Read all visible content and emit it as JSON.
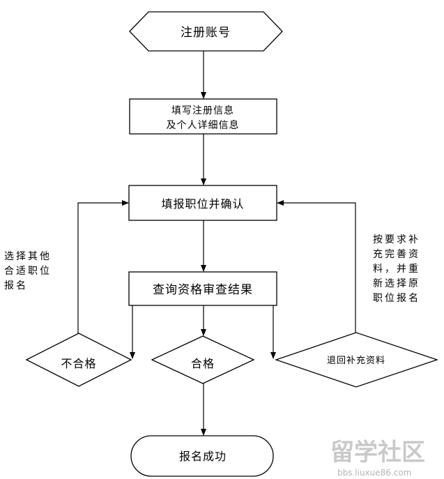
{
  "nodes": {
    "register": "注册账号",
    "fill_info_line1": "填写注册信息",
    "fill_info_line2": "及个人详细信息",
    "apply": "填报职位并确认",
    "check_result": "查询资格审查结果",
    "fail": "不合格",
    "pass": "合格",
    "resubmit": "退回补充资料",
    "success": "报名成功"
  },
  "side_notes": {
    "left": [
      "选择其他",
      "合适职位",
      "报名"
    ],
    "right": [
      "按要求补",
      "充完善资",
      "料，并重",
      "新选择原",
      "职位报名"
    ]
  },
  "watermark": {
    "brand": "留学社区",
    "url": "bbs.liuxue86.com"
  }
}
